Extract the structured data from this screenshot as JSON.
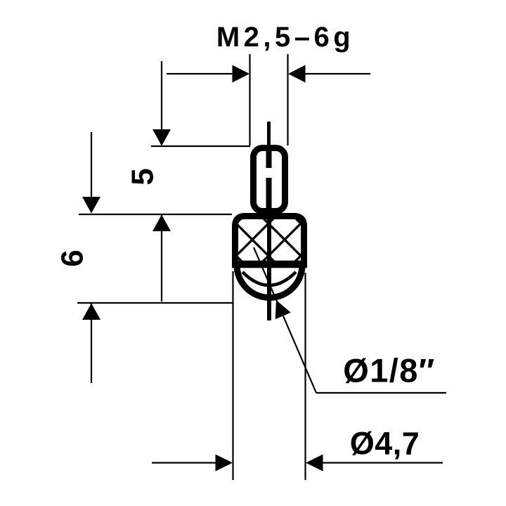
{
  "drawing": {
    "type": "technical-dimension-drawing",
    "labels": {
      "thread_spec": "M2,5–6g",
      "thread_length": "5",
      "body_length": "6",
      "ball_diameter": "Ø1/8″",
      "body_diameter": "Ø4,7"
    },
    "colors": {
      "ink": "#000000",
      "background": "#ffffff"
    }
  }
}
